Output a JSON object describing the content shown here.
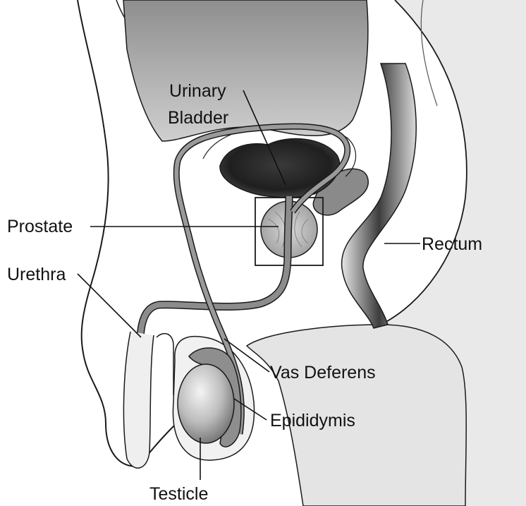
{
  "labels": {
    "urinary_bladder_line1": "Urinary",
    "urinary_bladder_line2": "Bladder",
    "prostate": "Prostate",
    "urethra": "Urethra",
    "rectum": "Rectum",
    "vas_deferens": "Vas Deferens",
    "epididymis": "Epididymis",
    "testicle": "Testicle"
  }
}
